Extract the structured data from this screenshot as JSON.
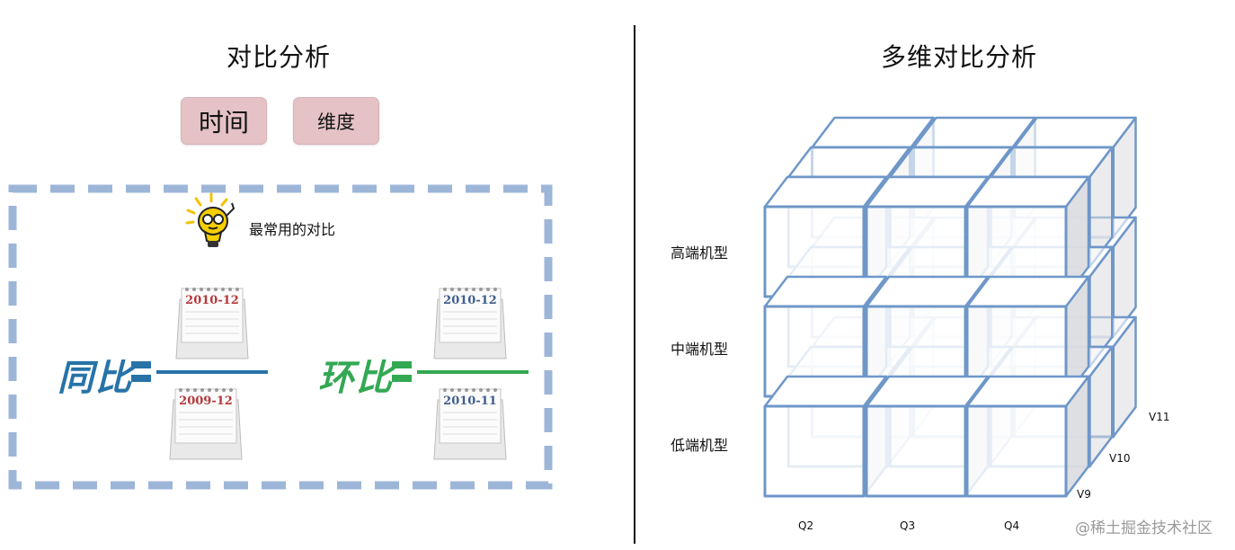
{
  "left_panel": {
    "title": "对比分析",
    "buttons": {
      "time": "时间",
      "dimension": "维度"
    },
    "tip": "最常用的对比",
    "yoy": {
      "label": "同比",
      "numerator": "2010-12",
      "denominator": "2009-12",
      "color": "#2773a8"
    },
    "mom": {
      "label": "环比",
      "numerator": "2010-12",
      "denominator": "2010-11",
      "color": "#33a853"
    },
    "dash_color": "#9db6d8"
  },
  "right_panel": {
    "title": "多维对比分析",
    "rows": [
      "高端机型",
      "中端机型",
      "低端机型"
    ],
    "columns": [
      "Q2",
      "Q3",
      "Q4"
    ],
    "depth": [
      "V9",
      "V10",
      "V11"
    ],
    "cube_color": "#6e97c8"
  },
  "watermark": "@稀土掘金技术社区"
}
